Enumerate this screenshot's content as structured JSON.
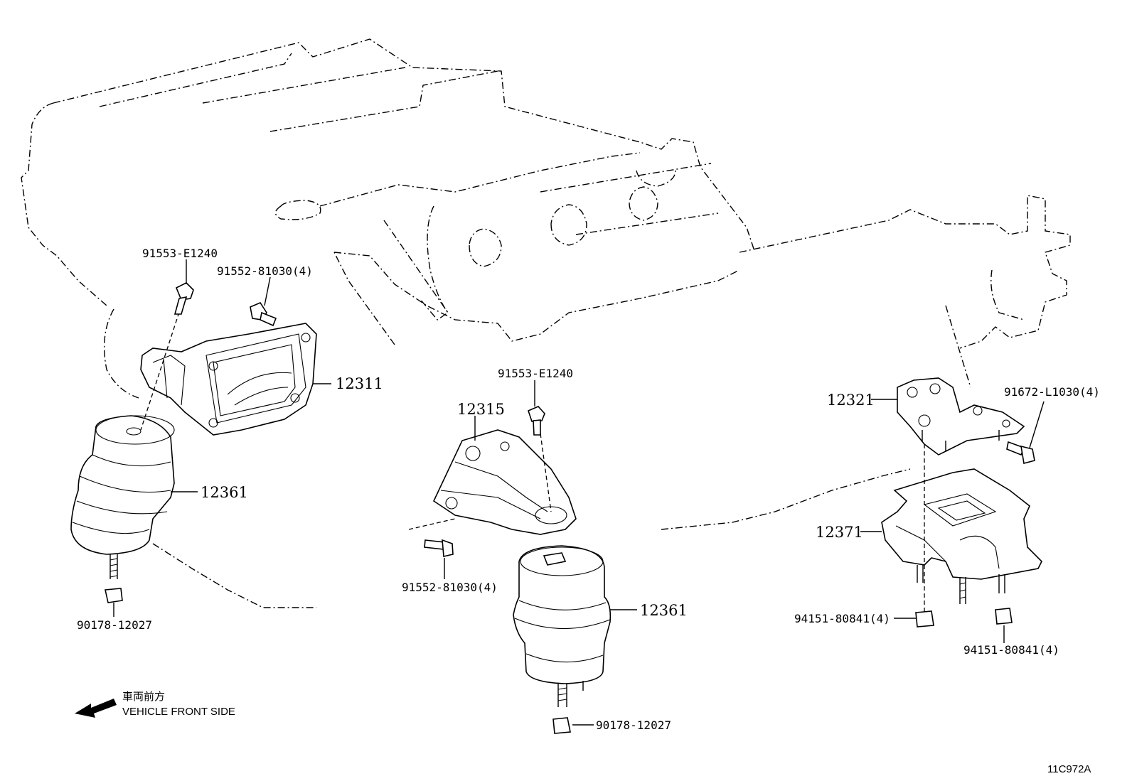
{
  "diagram": {
    "labels": {
      "bolt_a": "91553-E1240",
      "bolt_b": "91552-81030(4)",
      "bracket_front": "12311",
      "insulator_left": "12361",
      "nut_left": "90178-12027",
      "bracket_center": "12315",
      "bolt_c": "91553-E1240",
      "bolt_d": "91552-81030(4)",
      "insulator_center": "12361",
      "nut_center": "90178-12027",
      "bracket_rear": "12321",
      "bolt_e": "91672-L1030(4)",
      "member_rear": "12371",
      "nut_rear_a": "94151-80841(4)",
      "nut_rear_b": "94151-80841(4)"
    },
    "direction_note": {
      "japanese": "車両前方",
      "english": "VEHICLE FRONT SIDE"
    },
    "figure_id": "11C972A"
  }
}
